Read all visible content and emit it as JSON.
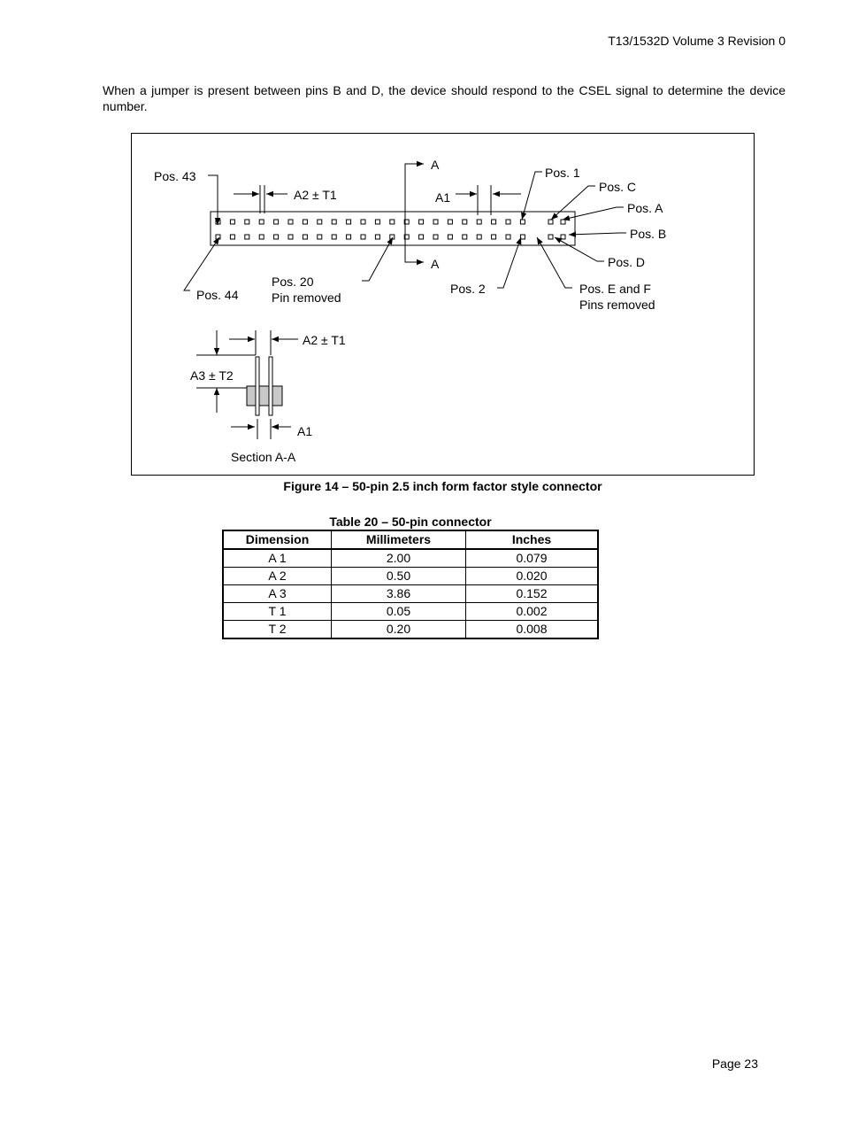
{
  "header": {
    "doc_id": "T13/1532D Volume 3 Revision 0"
  },
  "intro_text": "When a jumper is present between pins B and D, the device should respond to the CSEL signal to determine the device number.",
  "figure": {
    "caption": "Figure 14 – 50-pin 2.5 inch form factor style connector",
    "labels": {
      "pos43": "Pos. 43",
      "pos44": "Pos. 44",
      "pos20": "Pos. 20",
      "pin_removed": "Pin removed",
      "pos1": "Pos. 1",
      "pos2": "Pos. 2",
      "posA": "Pos. A",
      "posB": "Pos. B",
      "posC": "Pos. C",
      "posD": "Pos. D",
      "posEF": "Pos. E and F",
      "pins_removed": "Pins removed",
      "a2t1": "A2 ± T1",
      "a1": "A1",
      "a3t2": "A3 ± T2",
      "section_a_top": "A",
      "section_a_bottom": "A",
      "section_title": "Section A-A"
    }
  },
  "table": {
    "caption": "Table 20 – 50-pin connector",
    "headers": [
      "Dimension",
      "Millimeters",
      "Inches"
    ],
    "rows": [
      [
        "A 1",
        "2.00",
        "0.079"
      ],
      [
        "A 2",
        "0.50",
        "0.020"
      ],
      [
        "A 3",
        "3.86",
        "0.152"
      ],
      [
        "T 1",
        "0.05",
        "0.002"
      ],
      [
        "T 2",
        "0.20",
        "0.008"
      ]
    ]
  },
  "footer": {
    "page": "Page 23"
  }
}
